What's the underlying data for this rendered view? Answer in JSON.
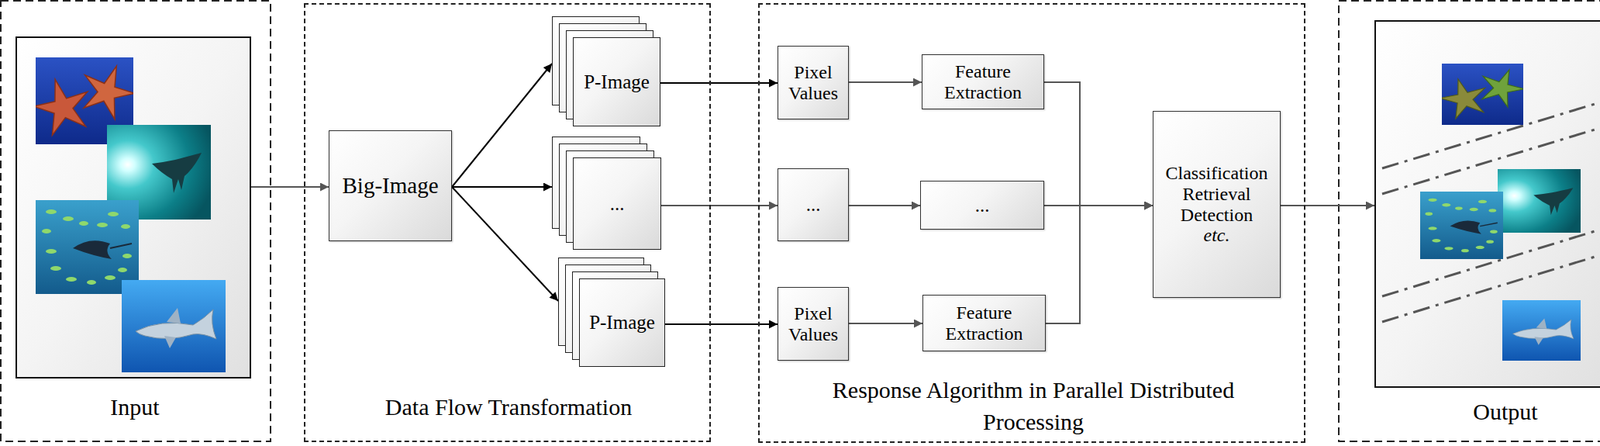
{
  "diagram": {
    "nodes": [
      {
        "text": [
          "Input"
        ]
      },
      {
        "text": [
          "Data Flow Transformation"
        ]
      },
      {
        "text": [
          "Big-Image"
        ],
        "in": 1
      },
      {
        "text": [
          "P-Image"
        ],
        "in": 1
      },
      {
        "text": [
          "..."
        ],
        "in": 1
      },
      {
        "text": [
          "P-Image"
        ],
        "in": 1
      },
      {
        "text": [
          "Response Algorithm in Parallel Distributed Processing"
        ]
      },
      {
        "text": [
          "Pixel Values"
        ],
        "in": 6
      },
      {
        "text": [
          "Feature Extraction"
        ],
        "in": 6
      },
      {
        "text": [
          "..."
        ],
        "in": 6
      },
      {
        "text": [
          "..."
        ],
        "in": 6
      },
      {
        "text": [
          "Pixel Values"
        ],
        "in": 6
      },
      {
        "text": [
          "Feature Extraction"
        ],
        "in": 6
      },
      {
        "text": [
          "Classification Retrieval Detection",
          "etc."
        ],
        "in": 6
      },
      {
        "text": [
          "Output"
        ]
      }
    ],
    "edges": [
      {
        "from": 0,
        "to": 2,
        "arrow": "to"
      },
      {
        "from": 2,
        "to": 3,
        "arrow": "to"
      },
      {
        "from": 2,
        "to": 4,
        "arrow": "to"
      },
      {
        "from": 2,
        "to": 5,
        "arrow": "to"
      },
      {
        "from": 3,
        "to": 7,
        "arrow": "to"
      },
      {
        "from": 4,
        "to": 9,
        "arrow": "to"
      },
      {
        "from": 5,
        "to": 11,
        "arrow": "to"
      },
      {
        "from": 7,
        "to": 8,
        "arrow": "to"
      },
      {
        "from": 9,
        "to": 10,
        "arrow": "to"
      },
      {
        "from": 11,
        "to": 12,
        "arrow": "to"
      },
      {
        "from": 8,
        "to": 13,
        "arrow": "to"
      },
      {
        "from": 10,
        "to": 13,
        "arrow": "to"
      },
      {
        "from": 12,
        "to": 13,
        "arrow": "to"
      },
      {
        "from": 13,
        "to": 14,
        "arrow": "to"
      }
    ]
  }
}
